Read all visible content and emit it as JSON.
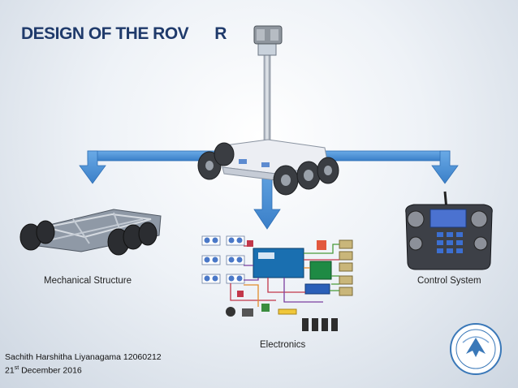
{
  "slide": {
    "title_part1": "DESIGN OF THE ROV",
    "title_part2": "R",
    "labels": {
      "mechanical": "Mechanical Structure",
      "electronics": "Electronics",
      "control": "Control System"
    },
    "author": "Sachith Harshitha Liyanagama 12060212",
    "date_day": "21",
    "date_suffix": "st",
    "date_rest": "December 2016"
  },
  "colors": {
    "title": "#1f3a6b",
    "arrow": "#4a90d9",
    "background": "#e8edf3"
  }
}
